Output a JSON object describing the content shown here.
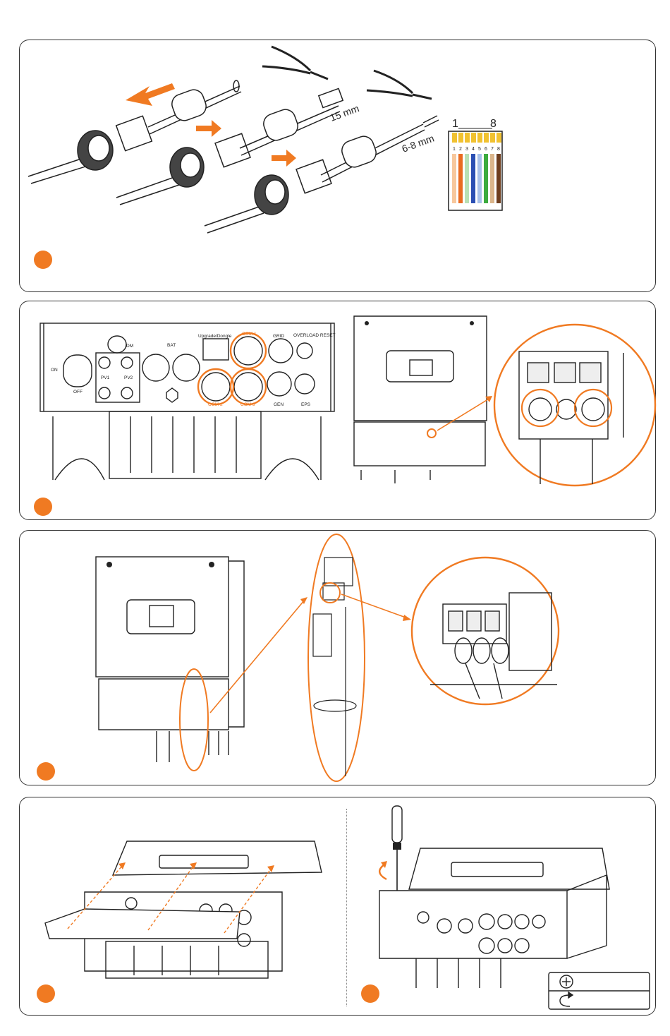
{
  "colors": {
    "accent": "#f07a22",
    "line": "#222222",
    "panel_border": "#333333"
  },
  "panel1": {
    "strip_lengths": [
      "15 mm",
      "6-8 mm"
    ],
    "rj45": {
      "pin_first": "1",
      "pin_last": "8",
      "pins": [
        "1",
        "2",
        "3",
        "4",
        "5",
        "6",
        "7",
        "8"
      ]
    }
  },
  "panel2": {
    "ports": {
      "dm": "DM",
      "bat": "BAT",
      "upgrade": "Upgrade/Dongle",
      "com1": "COM 1",
      "grid": "GRID",
      "overload_reset": "OVERLOAD RESET",
      "on": "ON",
      "off": "OFF",
      "pv1": "PV1",
      "pv2": "PV2",
      "com2": "COM 2",
      "com3": "COM 3",
      "gen": "GEN",
      "eps": "EPS"
    }
  },
  "icons": [
    "cable-icon",
    "pliers-icon",
    "arrow-icon",
    "rj45-icon",
    "inverter-icon",
    "terminal-icon",
    "screwdriver-icon",
    "cross-screw-icon",
    "rotate-icon"
  ]
}
